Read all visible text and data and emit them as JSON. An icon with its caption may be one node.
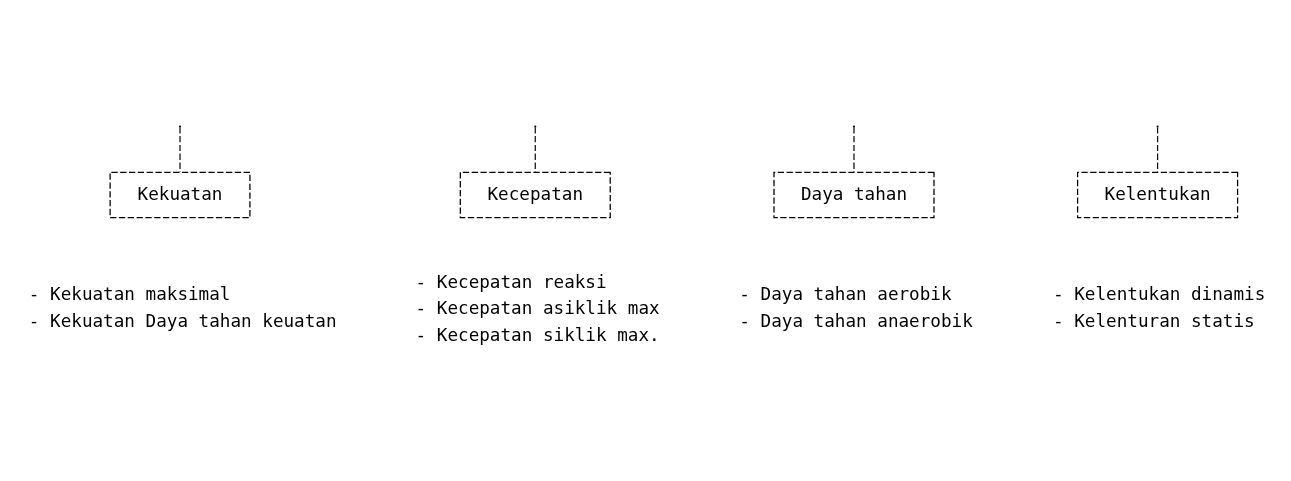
{
  "diagram": {
    "nodes": [
      {
        "text": [
          "Kekuatan"
        ],
        "beside": [
          "- Kekuatan maksimal",
          "- Kekuatan Daya tahan keuatan"
        ]
      },
      {
        "text": [
          "Kecepatan"
        ],
        "beside": [
          "- Kecepatan reaksi",
          "- Kecepatan asiklik max",
          "- Kecepatan siklik max."
        ]
      },
      {
        "text": [
          "Daya tahan"
        ],
        "beside": [
          "- Daya tahan aerobik",
          "- Daya tahan anaerobik"
        ]
      },
      {
        "text": [
          "Kelentukan"
        ],
        "beside": [
          "- Kelentukan dinamis",
          "- Kelenturan statis"
        ]
      }
    ],
    "edges": [
      {
        "from": null,
        "to": 0,
        "arrow": "none",
        "style": "dashed"
      },
      {
        "from": null,
        "to": 1,
        "arrow": "none",
        "style": "dashed"
      },
      {
        "from": null,
        "to": 2,
        "arrow": "none",
        "style": "dashed"
      },
      {
        "from": null,
        "to": 3,
        "arrow": "none",
        "style": "dashed"
      }
    ]
  }
}
